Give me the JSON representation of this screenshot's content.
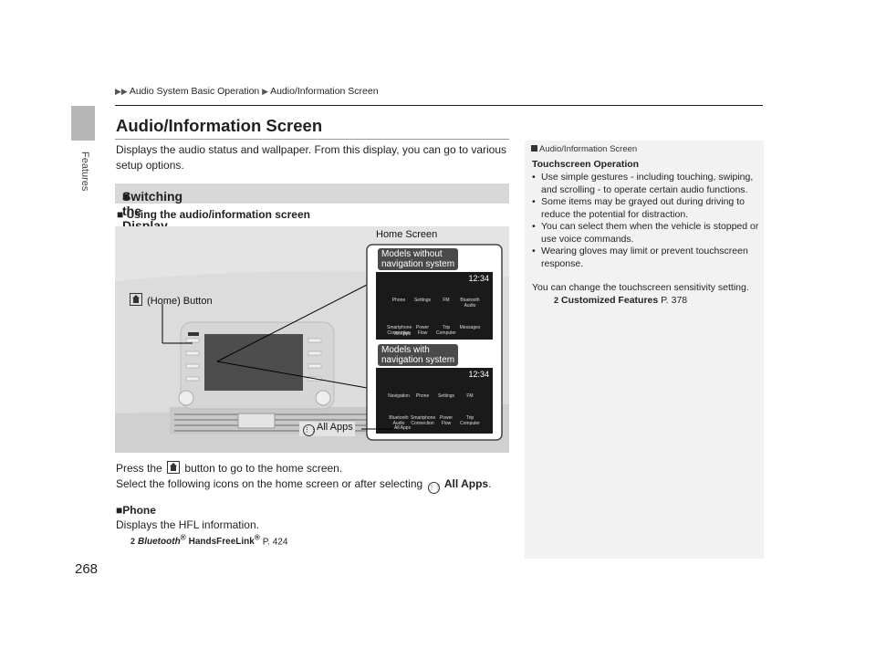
{
  "breadcrumb": [
    "Audio System Basic Operation",
    "Audio/Information Screen"
  ],
  "title": "Audio/Information Screen",
  "intro": "Displays the audio status and wallpaper. From this display, you can go to various setup options.",
  "section": "Switching the Display",
  "subheading": "Using the audio/information screen",
  "figure": {
    "home_screen_label": "Home Screen",
    "home_button_label": "(Home) Button",
    "callout_no_nav": [
      "Models without",
      "navigation system"
    ],
    "callout_nav": [
      "Models with",
      "navigation system"
    ],
    "all_apps_label": "All Apps",
    "clock": "12:34",
    "screen1_apps": [
      "Phone",
      "Settings",
      "FM",
      "Bluetooth Audio",
      "Smartphone Connection",
      "Power Flow",
      "Trip Computer",
      "Messages"
    ],
    "screen2_apps": [
      "Navigation",
      "Phone",
      "Settings",
      "FM",
      "Bluetooth Audio",
      "Smartphone Connection",
      "Power Flow",
      "Trip Computer"
    ],
    "screen_allapps": "All Apps"
  },
  "press_line1_a": "Press the",
  "press_line1_b": "button to go to the home screen.",
  "press_line2_a": "Select the following icons on the home screen or after selecting",
  "press_line2_b": "All Apps",
  "phone": {
    "heading": "Phone",
    "desc": "Displays the HFL information.",
    "ref_bt": "Bluetooth",
    "ref_reg": "®",
    "ref_hfl": " HandsFreeLink",
    "ref_page": " P. 424"
  },
  "sidebar": {
    "header": "Audio/Information Screen",
    "sub": "Touchscreen Operation",
    "bullets": [
      "Use simple gestures - including touching, swiping, and scrolling - to operate certain audio functions.",
      "Some items may be grayed out during driving to reduce the potential for distraction.",
      "You can select them when the vehicle is stopped or use voice commands.",
      "Wearing gloves may limit or prevent touchscreen response."
    ],
    "para": "You can change the touchscreen sensitivity setting.",
    "ref_bold": "Customized Features",
    "ref_page": " P. 378"
  },
  "side_label": "Features",
  "page_number": "268"
}
